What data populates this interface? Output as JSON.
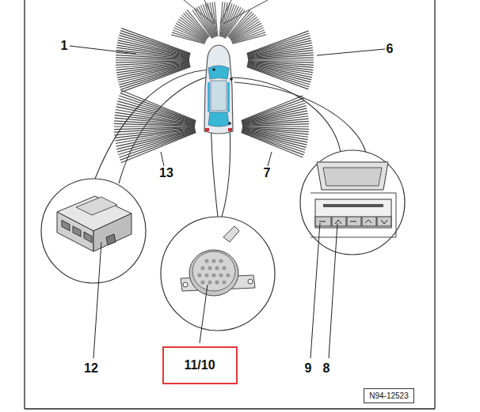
{
  "diagram": {
    "nodes": [
      {
        "text": [
          "11/10"
        ]
      },
      {
        "text": [
          "N94-12523"
        ]
      }
    ],
    "labels": [
      "1",
      "6",
      "13",
      "7",
      "12",
      "9",
      "8"
    ]
  }
}
